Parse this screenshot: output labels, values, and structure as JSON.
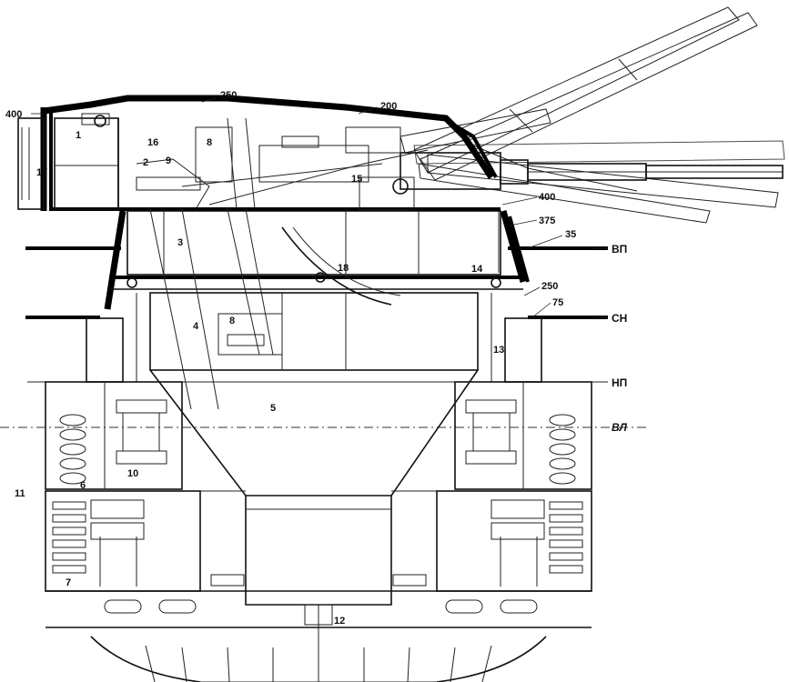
{
  "parts": [
    {
      "id": "1",
      "text": "1"
    },
    {
      "id": "2",
      "text": "2"
    },
    {
      "id": "3",
      "text": "3"
    },
    {
      "id": "4",
      "text": "4"
    },
    {
      "id": "5",
      "text": "5"
    },
    {
      "id": "6",
      "text": "6"
    },
    {
      "id": "7",
      "text": "7"
    },
    {
      "id": "8a",
      "text": "8"
    },
    {
      "id": "8b",
      "text": "8"
    },
    {
      "id": "9",
      "text": "9"
    },
    {
      "id": "10",
      "text": "10"
    },
    {
      "id": "11",
      "text": "11"
    },
    {
      "id": "12",
      "text": "12"
    },
    {
      "id": "13",
      "text": "13"
    },
    {
      "id": "14",
      "text": "14"
    },
    {
      "id": "15",
      "text": "15"
    },
    {
      "id": "16",
      "text": "16"
    },
    {
      "id": "17",
      "text": "17"
    },
    {
      "id": "18",
      "text": "18"
    }
  ],
  "armor": [
    {
      "id": "a250top",
      "text": "250"
    },
    {
      "id": "a400left",
      "text": "400"
    },
    {
      "id": "a200",
      "text": "200"
    },
    {
      "id": "a400right",
      "text": "400"
    },
    {
      "id": "a375",
      "text": "375"
    },
    {
      "id": "a35",
      "text": "35"
    },
    {
      "id": "a250right",
      "text": "250"
    },
    {
      "id": "a75",
      "text": "75"
    }
  ],
  "decks": [
    {
      "id": "vp",
      "text": "ВП"
    },
    {
      "id": "sn",
      "text": "СН"
    },
    {
      "id": "np",
      "text": "НП"
    },
    {
      "id": "wl",
      "text": "ВЛ"
    }
  ]
}
